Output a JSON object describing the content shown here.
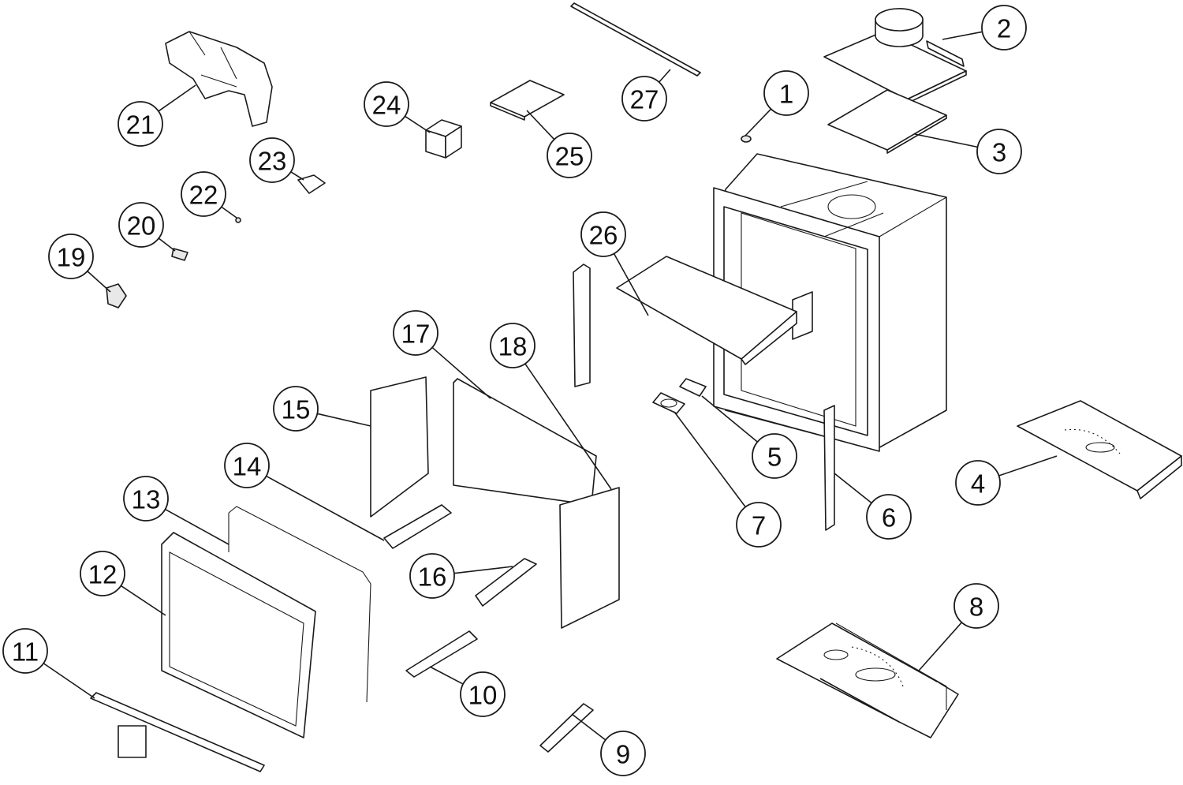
{
  "diagram": {
    "type": "exploded-parts-diagram",
    "callouts": [
      "1",
      "2",
      "3",
      "4",
      "5",
      "6",
      "7",
      "8",
      "9",
      "10",
      "11",
      "12",
      "13",
      "14",
      "15",
      "16",
      "17",
      "18",
      "19",
      "20",
      "21",
      "22",
      "23",
      "24",
      "25",
      "26",
      "27"
    ],
    "colors": {
      "line": "#1a1a1a",
      "background": "#ffffff"
    }
  }
}
